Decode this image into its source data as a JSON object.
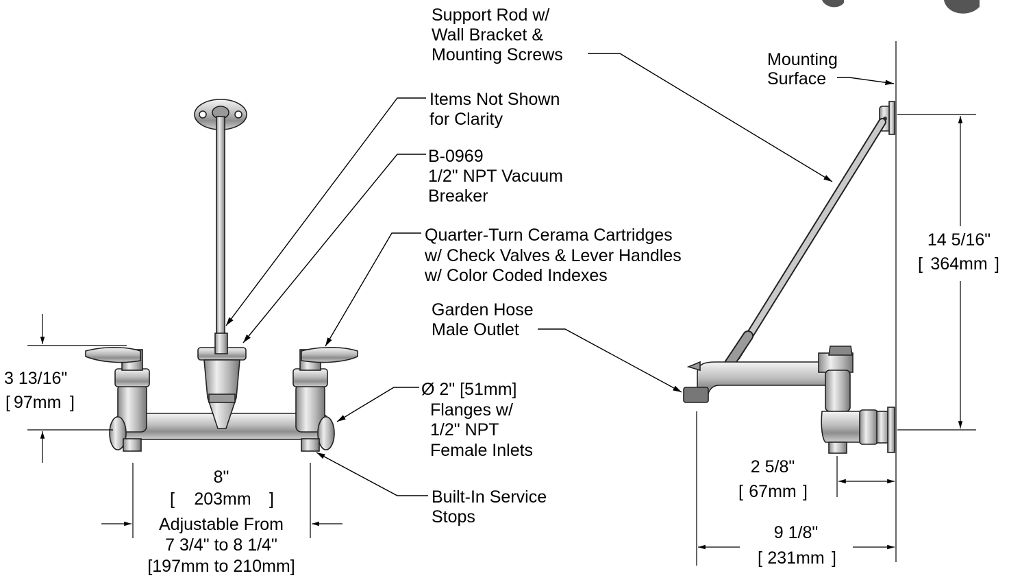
{
  "callouts": {
    "support_rod": [
      "Support Rod w/",
      "Wall Bracket &",
      "Mounting Screws"
    ],
    "mounting_surface": [
      "Mounting",
      "Surface"
    ],
    "items_not_shown": [
      "Items Not Shown",
      "for Clarity"
    ],
    "vacuum_breaker": [
      "B-0969",
      "1/2\" NPT Vacuum",
      "Breaker"
    ],
    "cartridges": [
      "Quarter-Turn Cerama Cartridges",
      "w/ Check Valves & Lever Handles",
      "w/ Color Coded Indexes"
    ],
    "garden_hose": [
      "Garden Hose",
      "Male Outlet"
    ],
    "flanges": [
      "Ø 2\" [51mm]",
      "Flanges w/",
      "1/2\" NPT",
      "Female Inlets"
    ],
    "service_stops": [
      "Built-In Service",
      "Stops"
    ]
  },
  "dimensions": {
    "height_handle": {
      "inch": "3 13/16\"",
      "mm": "97mm"
    },
    "centers": {
      "inch": "8\"",
      "mm": "203mm",
      "note": [
        "Adjustable From",
        "7 3/4\" to 8 1/4\"",
        "[197mm to 210mm]"
      ]
    },
    "rod_height": {
      "inch": "14 5/16\"",
      "mm": "364mm"
    },
    "depth_valve": {
      "inch": "2 5/8\"",
      "mm": "67mm"
    },
    "depth_spout": {
      "inch": "9 1/8\"",
      "mm": "231mm"
    }
  }
}
